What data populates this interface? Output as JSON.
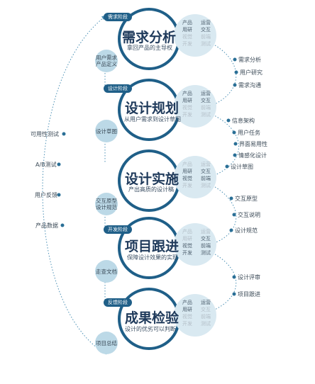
{
  "stages": [
    {
      "tag": "需求阶段",
      "title": "需求分析",
      "subtitle": "拿回产品的主导权",
      "left_bubble": [
        "用户需求",
        "产品定义"
      ],
      "roles": [
        [
          "产品",
          "运营"
        ],
        [
          "用研",
          "交互"
        ],
        [
          "视觉",
          "前端"
        ],
        [
          "开发",
          "测试"
        ]
      ],
      "right_items": [
        "需求分析",
        "用户研究",
        "需求沟通"
      ]
    },
    {
      "tag": "设计阶段",
      "title": "设计规划",
      "subtitle": "从用户需求到设计草图",
      "left_bubble": [
        "设计草图"
      ],
      "roles": [
        [
          "产品",
          "运营"
        ],
        [
          "用研",
          "交互"
        ],
        [
          "视觉",
          "前端"
        ],
        [
          "开发",
          "测试"
        ]
      ],
      "right_items": [
        "信息架构",
        "用户任务",
        "界面易用性",
        "情感化设计",
        "设计草图"
      ]
    },
    {
      "tag": "",
      "title": "设计实施",
      "subtitle": "产出高质的设计稿",
      "left_bubble": [
        "交互原型",
        "设计规范"
      ],
      "roles": [
        [
          "产品",
          "运营"
        ],
        [
          "用研",
          "交互"
        ],
        [
          "视觉",
          "前端"
        ],
        [
          "开发",
          "测试"
        ]
      ],
      "right_items": [
        "交互原型",
        "交互说明",
        "设计规范"
      ]
    },
    {
      "tag": "开发阶段",
      "title": "项目跟进",
      "subtitle": "保障设计效果的实现",
      "left_bubble": [
        "走查文档"
      ],
      "roles": [
        [
          "产品",
          "运营"
        ],
        [
          "用研",
          "交互"
        ],
        [
          "视觉",
          "前端"
        ],
        [
          "开发",
          "测试"
        ]
      ],
      "right_items": [
        "设计评审",
        "项目跟进"
      ]
    },
    {
      "tag": "反馈阶段",
      "title": "成果检验",
      "subtitle": "设计的优劣可以判断",
      "left_bubble": [
        "项目总结"
      ],
      "roles": [
        [
          "产品",
          "运营"
        ],
        [
          "用研",
          "交互"
        ],
        [
          "视觉",
          "前端"
        ],
        [
          "开发",
          "测试"
        ]
      ],
      "right_items": []
    }
  ],
  "feedback_items": [
    "可用性测试",
    "A/B测试",
    "用户反馈",
    "产品数据"
  ],
  "colors": {
    "ring": "#1f5f88",
    "roles_bubble": "#d9e9f1",
    "small_bubble": "#bcd9e7",
    "tag": "#1f5f88",
    "dot": "#2a6f96",
    "dash": "#4a8fb4"
  }
}
